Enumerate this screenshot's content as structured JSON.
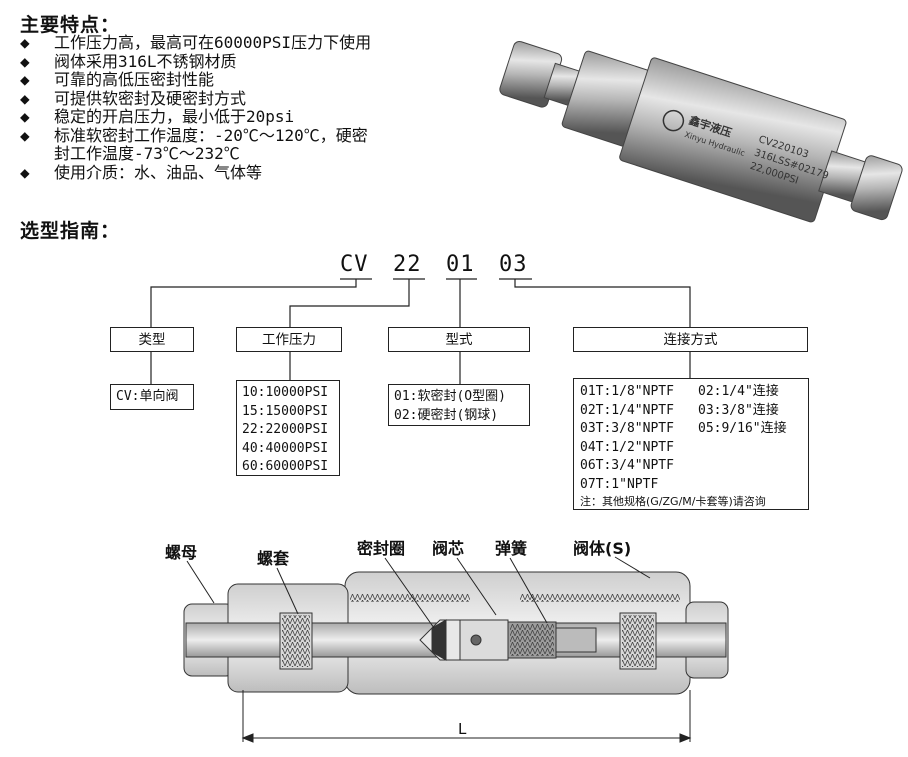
{
  "features": {
    "title": "主要特点：",
    "bullet": "◆",
    "items": [
      "工作压力高，最高可在60000PSI压力下使用",
      "阀体采用316L不锈钢材质",
      "可靠的高低压密封性能",
      "可提供软密封及硬密封方式",
      "稳定的开启压力，最小低于20psi",
      "标准软密封工作温度：-20℃～120℃，硬密",
      "封工作温度-73℃～232℃",
      "使用介质：水、油品、气体等"
    ]
  },
  "product_photo": {
    "brand": "鑫宇液压",
    "brand_en": "Xinyu Hydraulic",
    "model": "CV220103",
    "material": "316LSS#02179",
    "pressure": "22,000PSI"
  },
  "selection": {
    "title": "选型指南：",
    "code": [
      "CV",
      "22",
      "01",
      "03"
    ],
    "type": {
      "header": "类型",
      "lines": [
        "CV:单向阀"
      ]
    },
    "pressure": {
      "header": "工作压力",
      "lines": [
        "10:10000PSI",
        "15:15000PSI",
        "22:22000PSI",
        "40:40000PSI",
        "60:60000PSI"
      ]
    },
    "style": {
      "header": "型式",
      "lines": [
        "01:软密封(O型圈)",
        "02:硬密封(钢球)"
      ]
    },
    "connection": {
      "header": "连接方式",
      "left": [
        "01T:1/8\"NPTF",
        "02T:1/4\"NPTF",
        "03T:3/8\"NPTF",
        "04T:1/2\"NPTF",
        "06T:3/4\"NPTF",
        "07T:1\"NPTF"
      ],
      "right": [
        "02:1/4\"连接",
        "03:3/8\"连接",
        "05:9/16\"连接"
      ],
      "note": "注：其他规格(G/ZG/M/卡套等)请咨询"
    }
  },
  "diagram": {
    "labels": {
      "nut": "螺母",
      "sleeve": "螺套",
      "seal": "密封圈",
      "core": "阀芯",
      "spring": "弹簧",
      "body": "阀体(S)"
    },
    "dimension": "L"
  }
}
